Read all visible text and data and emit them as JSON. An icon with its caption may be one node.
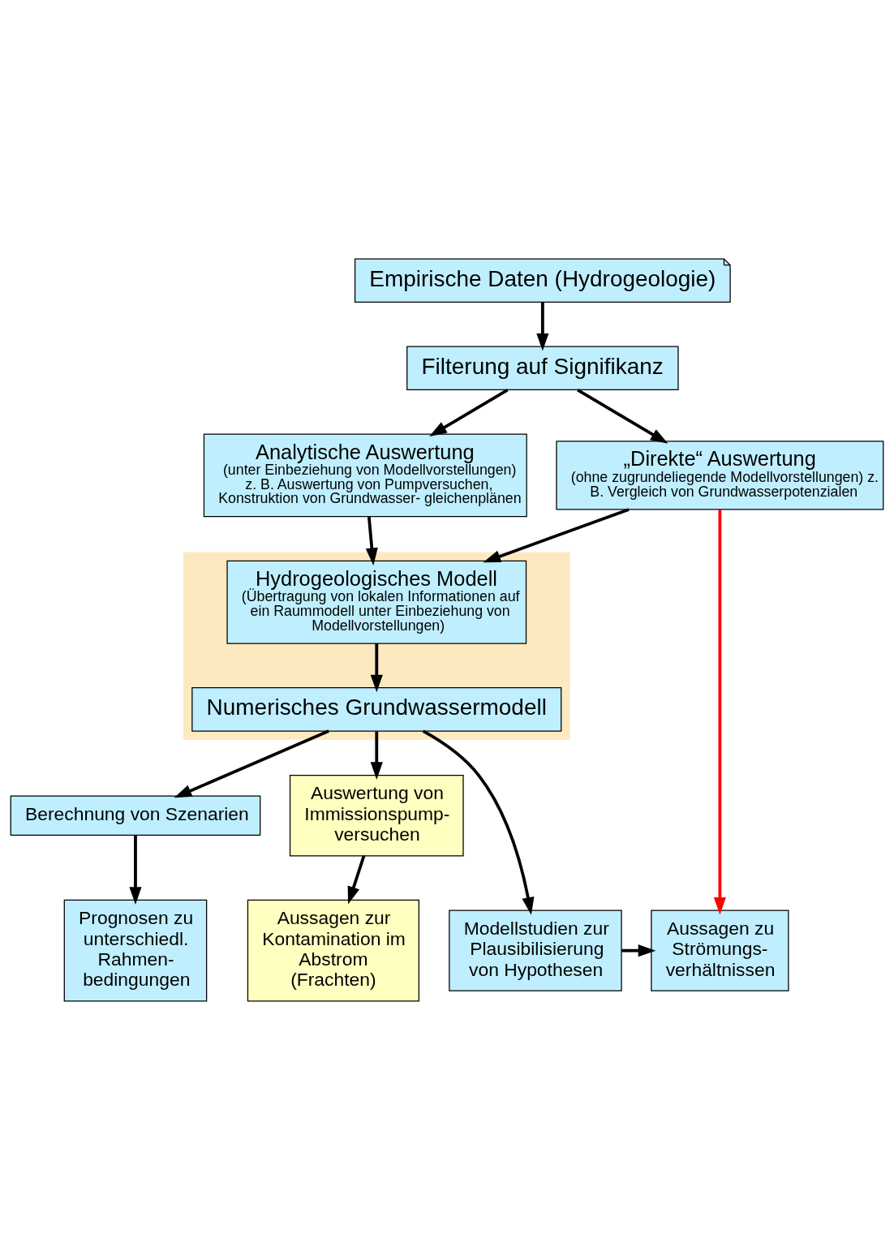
{
  "diagram": {
    "nodes": [
      {
        "text": [
          "Empirische Daten (Hydrogeologie)"
        ]
      },
      {
        "text": [
          "Filterung auf Signifikanz"
        ]
      },
      {
        "text": [
          "„Direkte“ Auswertung",
          "(ohne zugrundeliegende Modellvorstellungen) z. B. Vergleich von Grundwasserpotenzialen"
        ]
      },
      {
        "text": [
          "Analytische Auswertung",
          "(unter Einbeziehung von Modellvorstellungen) z. B. Auswertung von Pumpversuchen, Konstruktion von Grundwasser- gleichenplänen"
        ]
      },
      {
        "text": [],
        "shape": "box"
      },
      {
        "text": [
          "Hydrogeologisches Modell",
          "(Übertragung von lokalen Informationen auf ein Raummodell unter Einbeziehung von Modellvorstellungen)"
        ],
        "in": 4
      },
      {
        "text": [
          "Numerisches Grundwassermodell"
        ],
        "in": 4
      },
      {
        "text": [
          "Berechnung von Szenarien"
        ]
      },
      {
        "text": [
          "Auswertung von Immissionspump- versuchen"
        ]
      },
      {
        "text": [
          "Aussagen zu Strömungs- verhältnissen"
        ]
      },
      {
        "text": [
          "Modellstudien zur Plausibilisierung von Hypothesen"
        ]
      },
      {
        "text": [
          "Prognosen zu unterschiedl. Rahmen- bedingungen"
        ]
      },
      {
        "text": [
          "Aussagen zur Kontamination im Abstrom (Frachten)"
        ]
      }
    ],
    "edges": [
      {
        "from": 0,
        "to": 1,
        "arrow": "to"
      },
      {
        "from": 1,
        "to": 2,
        "arrow": "to"
      },
      {
        "from": 1,
        "to": 3,
        "arrow": "to"
      },
      {
        "from": 2,
        "to": 5,
        "arrow": "to"
      },
      {
        "from": 3,
        "to": 5,
        "arrow": "to"
      },
      {
        "from": 5,
        "to": 6,
        "arrow": "to"
      },
      {
        "from": 6,
        "to": 10,
        "arrow": "to"
      },
      {
        "from": 6,
        "to": 7,
        "arrow": "to"
      },
      {
        "from": 6,
        "to": 8,
        "arrow": "to"
      },
      {
        "from": 7,
        "to": 11,
        "arrow": "to"
      },
      {
        "from": 8,
        "to": 12,
        "arrow": "to"
      },
      {
        "from": 10,
        "to": 9,
        "arrow": "to"
      },
      {
        "from": 2,
        "to": 9,
        "arrow": "to",
        "color": "#ff0000"
      }
    ]
  }
}
